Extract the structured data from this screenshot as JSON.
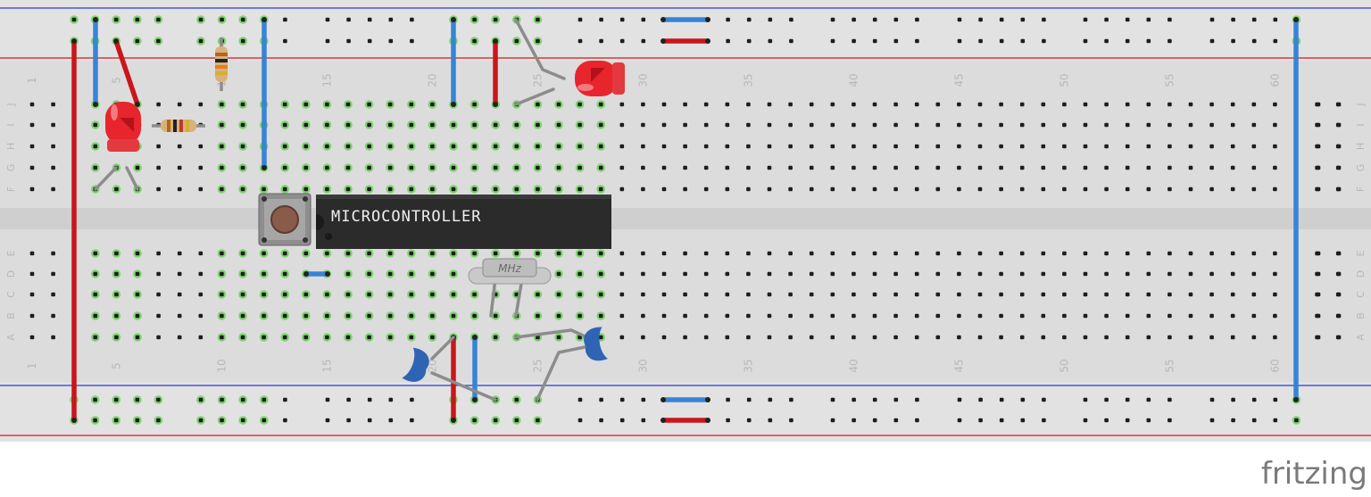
{
  "brand": "fritzing",
  "chip_label": "MICROCONTROLLER",
  "crystal_label": "MHz",
  "column_numbers": [
    "1",
    "5",
    "10",
    "15",
    "20",
    "25",
    "30",
    "35",
    "40",
    "45",
    "50",
    "55",
    "60"
  ],
  "top_row_letters": [
    "J",
    "I",
    "H",
    "G",
    "F"
  ],
  "bottom_row_letters": [
    "E",
    "D",
    "C",
    "B",
    "A"
  ],
  "colors": {
    "board": "#d9d9d9",
    "rail_red": "#d0181b",
    "rail_blue": "#2b3bd6",
    "wire_red": "#c8161b",
    "wire_blue": "#3784d6",
    "led_red": "#e8252c",
    "chip": "#2b2b2b",
    "active_hole": "#7ed36f",
    "capacitor": "#2f64b4"
  },
  "components": [
    {
      "name": "LED",
      "count": 2
    },
    {
      "name": "Resistor",
      "count": 2
    },
    {
      "name": "Pushbutton",
      "count": 1
    },
    {
      "name": "Microcontroller",
      "count": 1
    },
    {
      "name": "Crystal",
      "count": 1
    },
    {
      "name": "Ceramic capacitor",
      "count": 2
    }
  ]
}
